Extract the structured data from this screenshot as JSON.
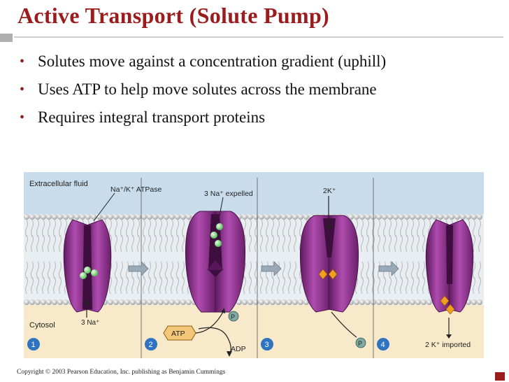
{
  "slide": {
    "title": "Active Transport (Solute Pump)",
    "bullets": [
      "Solutes move against a concentration gradient (uphill)",
      "Uses ATP to help move solutes across the membrane",
      "Requires integral transport proteins"
    ],
    "copyright": "Copyright © 2003 Pearson Education, Inc. publishing as Benjamin Cummings"
  },
  "figure": {
    "extracellular_label": "Extracellular fluid",
    "cytosol_label": "Cytosol",
    "pump_label": "Na⁺/K⁺ ATPase",
    "step_numbers": [
      "1",
      "2",
      "3",
      "4"
    ],
    "labels": {
      "na_in": "3 Na⁺",
      "na_expelled": "3 Na⁺ expelled",
      "k_in": "2K⁺",
      "atp": "ATP",
      "adp": "ADP",
      "phosphate": "P",
      "k_imported": "2 K⁺ imported"
    },
    "colors": {
      "extracellular": "#c9dcec",
      "cytosol": "#f7e9c9",
      "protein": "#8e2a8e",
      "sodium": "#9be39b",
      "potassium": "#f0a020",
      "step_badge": "#2f74c0",
      "atp_fill": "#f3c67a"
    }
  }
}
